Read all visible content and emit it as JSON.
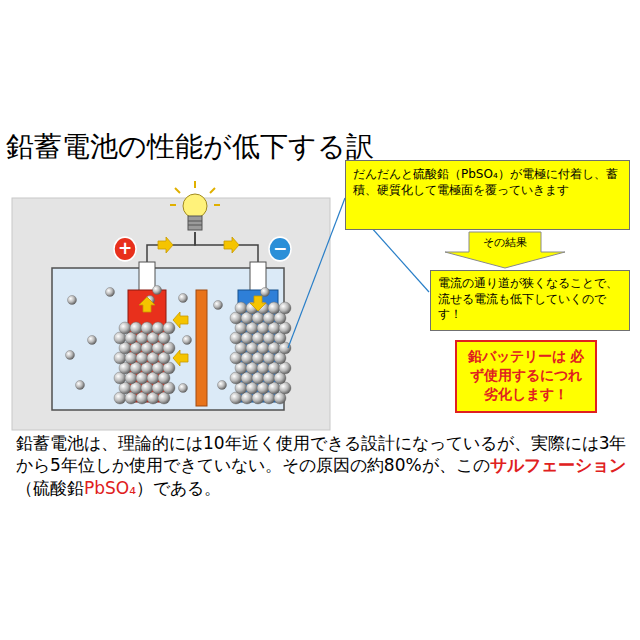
{
  "diagram": {
    "title": "鉛蓄電池の性能が低下する訳",
    "nodes": [
      {
        "text": [
          "だんだんと硫酸鉛（PbSO₄）が電極に付着し、蓄積、硬質化して電極面を覆っていきます"
        ]
      },
      {
        "text": [
          "+"
        ]
      },
      {
        "text": [
          "−"
        ]
      },
      {
        "text": [
          "その結果"
        ]
      },
      {
        "text": [
          "電流の通り道が狭くなることで、流せる電流も低下していくのです！"
        ]
      },
      {
        "text": [
          "鉛バッテリーは 必ず使用するにつれ 劣化します！"
        ]
      }
    ],
    "labels": [
      "鉛蓄電池は、理論的には10年近く使用できる設計になっているが、実際には3年から5年位しか使用できていない。その原因の約80%が、この",
      "サルフェーション",
      "（硫酸鉛",
      "PbSO₄",
      "）である。"
    ]
  }
}
